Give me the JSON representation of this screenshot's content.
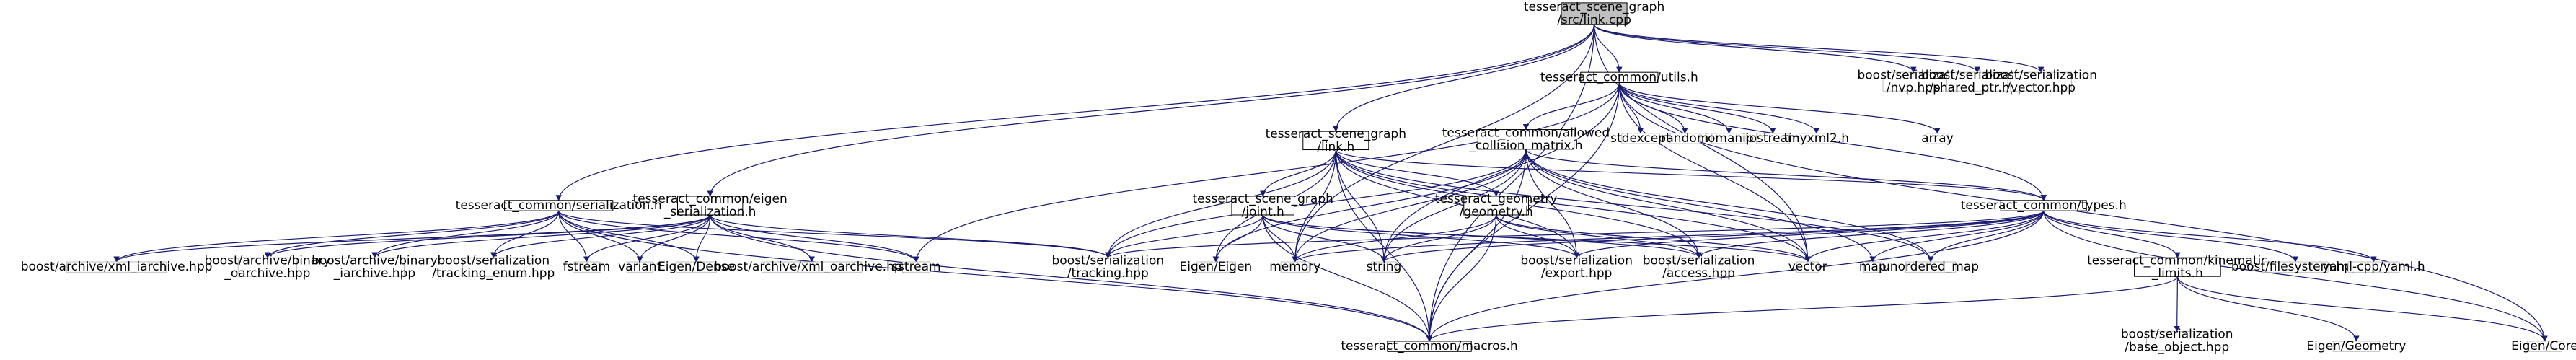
{
  "title": "tesseract_scene_graph/src/link.cpp dependency graph",
  "colors": {
    "root_fill": "#bfbfbf",
    "node_fill": "#ffffff",
    "node_border": "#000000",
    "external_border": "#bfbfbf",
    "edge": "#191970"
  },
  "nodes": [
    {
      "id": "root",
      "lines": [
        "tesseract_scene_graph",
        "/src/link.cpp"
      ],
      "kind": "root"
    },
    {
      "id": "utils",
      "lines": [
        "tesseract_common/utils.h"
      ],
      "kind": "internal"
    },
    {
      "id": "nvp",
      "lines": [
        "boost/serialization",
        "/nvp.hpp"
      ],
      "kind": "external"
    },
    {
      "id": "shared_ptr",
      "lines": [
        "boost/serialization",
        "/shared_ptr.hpp"
      ],
      "kind": "external"
    },
    {
      "id": "vector_hpp",
      "lines": [
        "boost/serialization",
        "/vector.hpp"
      ],
      "kind": "external"
    },
    {
      "id": "link_h",
      "lines": [
        "tesseract_scene_graph",
        "/link.h"
      ],
      "kind": "internal"
    },
    {
      "id": "allowed",
      "lines": [
        "tesseract_common/allowed",
        "_collision_matrix.h"
      ],
      "kind": "internal"
    },
    {
      "id": "stdexcept",
      "lines": [
        "stdexcept"
      ],
      "kind": "external"
    },
    {
      "id": "random",
      "lines": [
        "random"
      ],
      "kind": "external"
    },
    {
      "id": "iomanip",
      "lines": [
        "iomanip"
      ],
      "kind": "external"
    },
    {
      "id": "iostream",
      "lines": [
        "iostream"
      ],
      "kind": "external"
    },
    {
      "id": "tinyxml2",
      "lines": [
        "tinyxml2.h"
      ],
      "kind": "external"
    },
    {
      "id": "array",
      "lines": [
        "array"
      ],
      "kind": "external"
    },
    {
      "id": "serialization_h",
      "lines": [
        "tesseract_common/serialization.h"
      ],
      "kind": "internal"
    },
    {
      "id": "eigen_ser",
      "lines": [
        "tesseract_common/eigen",
        "_serialization.h"
      ],
      "kind": "internal"
    },
    {
      "id": "joint_h",
      "lines": [
        "tesseract_scene_graph",
        "/joint.h"
      ],
      "kind": "internal"
    },
    {
      "id": "geometry_h",
      "lines": [
        "tesseract_geometry",
        "/geometry.h"
      ],
      "kind": "internal"
    },
    {
      "id": "types_h",
      "lines": [
        "tesseract_common/types.h"
      ],
      "kind": "internal"
    },
    {
      "id": "xml_iarchive",
      "lines": [
        "boost/archive/xml_iarchive.hpp"
      ],
      "kind": "external"
    },
    {
      "id": "bin_oarchive",
      "lines": [
        "boost/archive/binary",
        "_oarchive.hpp"
      ],
      "kind": "external"
    },
    {
      "id": "bin_iarchive",
      "lines": [
        "boost/archive/binary",
        "_iarchive.hpp"
      ],
      "kind": "external"
    },
    {
      "id": "tracking_enum",
      "lines": [
        "boost/serialization",
        "/tracking_enum.hpp"
      ],
      "kind": "external"
    },
    {
      "id": "fstream",
      "lines": [
        "fstream"
      ],
      "kind": "external"
    },
    {
      "id": "variant",
      "lines": [
        "variant"
      ],
      "kind": "external"
    },
    {
      "id": "eigen_dense",
      "lines": [
        "Eigen/Dense"
      ],
      "kind": "external"
    },
    {
      "id": "xml_oarchive",
      "lines": [
        "boost/archive/xml_oarchive.hpp"
      ],
      "kind": "external"
    },
    {
      "id": "sstream",
      "lines": [
        "sstream"
      ],
      "kind": "external"
    },
    {
      "id": "tracking",
      "lines": [
        "boost/serialization",
        "/tracking.hpp"
      ],
      "kind": "external"
    },
    {
      "id": "eigen_eigen",
      "lines": [
        "Eigen/Eigen"
      ],
      "kind": "external"
    },
    {
      "id": "memory",
      "lines": [
        "memory"
      ],
      "kind": "external"
    },
    {
      "id": "string",
      "lines": [
        "string"
      ],
      "kind": "external"
    },
    {
      "id": "export",
      "lines": [
        "boost/serialization",
        "/export.hpp"
      ],
      "kind": "external"
    },
    {
      "id": "access",
      "lines": [
        "boost/serialization",
        "/access.hpp"
      ],
      "kind": "external"
    },
    {
      "id": "vector",
      "lines": [
        "vector"
      ],
      "kind": "external"
    },
    {
      "id": "map",
      "lines": [
        "map"
      ],
      "kind": "external"
    },
    {
      "id": "unordered_map",
      "lines": [
        "unordered_map"
      ],
      "kind": "external"
    },
    {
      "id": "kin_limits",
      "lines": [
        "tesseract_common/kinematic",
        "_limits.h"
      ],
      "kind": "internal"
    },
    {
      "id": "filesystem",
      "lines": [
        "boost/filesystem.hpp"
      ],
      "kind": "external"
    },
    {
      "id": "yaml",
      "lines": [
        "yaml-cpp/yaml.h"
      ],
      "kind": "external"
    },
    {
      "id": "eigen_core",
      "lines": [
        "Eigen/Core"
      ],
      "kind": "external"
    },
    {
      "id": "macros",
      "lines": [
        "tesseract_common/macros.h"
      ],
      "kind": "internal"
    },
    {
      "id": "base_object",
      "lines": [
        "boost/serialization",
        "/base_object.hpp"
      ],
      "kind": "external"
    },
    {
      "id": "eigen_geometry",
      "lines": [
        "Eigen/Geometry"
      ],
      "kind": "external"
    }
  ],
  "edges": [
    [
      "root",
      "utils"
    ],
    [
      "root",
      "nvp"
    ],
    [
      "root",
      "shared_ptr"
    ],
    [
      "root",
      "vector_hpp"
    ],
    [
      "root",
      "link_h"
    ],
    [
      "root",
      "serialization_h"
    ],
    [
      "root",
      "eigen_ser"
    ],
    [
      "root",
      "macros"
    ],
    [
      "root",
      "memory"
    ],
    [
      "root",
      "vector"
    ],
    [
      "utils",
      "allowed"
    ],
    [
      "utils",
      "stdexcept"
    ],
    [
      "utils",
      "random"
    ],
    [
      "utils",
      "iomanip"
    ],
    [
      "utils",
      "iostream"
    ],
    [
      "utils",
      "tinyxml2"
    ],
    [
      "utils",
      "array"
    ],
    [
      "utils",
      "types_h"
    ],
    [
      "utils",
      "sstream"
    ],
    [
      "utils",
      "string"
    ],
    [
      "utils",
      "vector"
    ],
    [
      "utils",
      "eigen_core"
    ],
    [
      "utils",
      "macros"
    ],
    [
      "link_h",
      "joint_h"
    ],
    [
      "link_h",
      "geometry_h"
    ],
    [
      "link_h",
      "tracking"
    ],
    [
      "link_h",
      "eigen_eigen"
    ],
    [
      "link_h",
      "memory"
    ],
    [
      "link_h",
      "string"
    ],
    [
      "link_h",
      "export"
    ],
    [
      "link_h",
      "access"
    ],
    [
      "link_h",
      "vector"
    ],
    [
      "link_h",
      "macros"
    ],
    [
      "link_h",
      "types_h"
    ],
    [
      "link_h",
      "unordered_map"
    ],
    [
      "allowed",
      "tracking"
    ],
    [
      "allowed",
      "eigen_eigen"
    ],
    [
      "allowed",
      "memory"
    ],
    [
      "allowed",
      "string"
    ],
    [
      "allowed",
      "export"
    ],
    [
      "allowed",
      "access"
    ],
    [
      "allowed",
      "vector"
    ],
    [
      "allowed",
      "map"
    ],
    [
      "allowed",
      "unordered_map"
    ],
    [
      "allowed",
      "types_h"
    ],
    [
      "allowed",
      "macros"
    ],
    [
      "serialization_h",
      "xml_iarchive"
    ],
    [
      "serialization_h",
      "bin_oarchive"
    ],
    [
      "serialization_h",
      "bin_iarchive"
    ],
    [
      "serialization_h",
      "tracking_enum"
    ],
    [
      "serialization_h",
      "fstream"
    ],
    [
      "serialization_h",
      "variant"
    ],
    [
      "serialization_h",
      "eigen_dense"
    ],
    [
      "serialization_h",
      "sstream"
    ],
    [
      "serialization_h",
      "tracking"
    ],
    [
      "serialization_h",
      "macros"
    ],
    [
      "eigen_ser",
      "xml_iarchive"
    ],
    [
      "eigen_ser",
      "bin_oarchive"
    ],
    [
      "eigen_ser",
      "bin_iarchive"
    ],
    [
      "eigen_ser",
      "tracking_enum"
    ],
    [
      "eigen_ser",
      "fstream"
    ],
    [
      "eigen_ser",
      "variant"
    ],
    [
      "eigen_ser",
      "eigen_dense"
    ],
    [
      "eigen_ser",
      "xml_oarchive"
    ],
    [
      "eigen_ser",
      "sstream"
    ],
    [
      "eigen_ser",
      "tracking"
    ],
    [
      "eigen_ser",
      "macros"
    ],
    [
      "joint_h",
      "eigen_eigen"
    ],
    [
      "joint_h",
      "memory"
    ],
    [
      "joint_h",
      "string"
    ],
    [
      "joint_h",
      "export"
    ],
    [
      "joint_h",
      "access"
    ],
    [
      "joint_h",
      "vector"
    ],
    [
      "joint_h",
      "macros"
    ],
    [
      "joint_h",
      "tracking"
    ],
    [
      "geometry_h",
      "memory"
    ],
    [
      "geometry_h",
      "string"
    ],
    [
      "geometry_h",
      "export"
    ],
    [
      "geometry_h",
      "access"
    ],
    [
      "geometry_h",
      "vector"
    ],
    [
      "geometry_h",
      "macros"
    ],
    [
      "types_h",
      "tracking"
    ],
    [
      "types_h",
      "memory"
    ],
    [
      "types_h",
      "string"
    ],
    [
      "types_h",
      "export"
    ],
    [
      "types_h",
      "access"
    ],
    [
      "types_h",
      "vector"
    ],
    [
      "types_h",
      "map"
    ],
    [
      "types_h",
      "unordered_map"
    ],
    [
      "types_h",
      "kin_limits"
    ],
    [
      "types_h",
      "filesystem"
    ],
    [
      "types_h",
      "yaml"
    ],
    [
      "types_h",
      "eigen_core"
    ],
    [
      "types_h",
      "macros"
    ],
    [
      "kin_limits",
      "base_object"
    ],
    [
      "kin_limits",
      "eigen_geometry"
    ],
    [
      "kin_limits",
      "eigen_core"
    ],
    [
      "kin_limits",
      "macros"
    ]
  ]
}
